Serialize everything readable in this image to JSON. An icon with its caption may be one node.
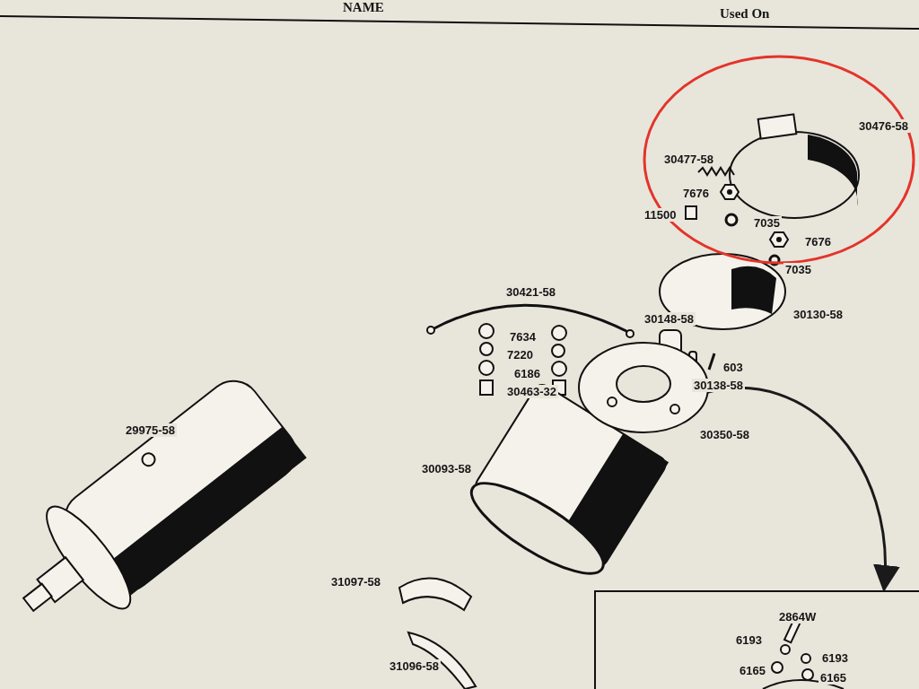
{
  "diagram": {
    "nodes": [
      {
        "text": [],
        "shape": "picture"
      },
      {
        "text": [],
        "shape": "box"
      }
    ],
    "edges": [
      {
        "from": 0,
        "to": 1,
        "arrow": "to"
      }
    ],
    "labels": [
      "NAME",
      "Used On",
      "30476-58",
      "30477-58",
      "7676",
      "11500",
      "7035",
      "7676",
      "7035",
      "30421-58",
      "30130-58",
      "30148-58",
      "7634",
      "7220",
      "603",
      "6186",
      "30138-58",
      "30463-32",
      "29975-58",
      "30350-58",
      "30093-58",
      "31097-58",
      "2864W",
      "6193",
      "6193",
      "6165",
      "31096-58",
      "6165"
    ]
  }
}
